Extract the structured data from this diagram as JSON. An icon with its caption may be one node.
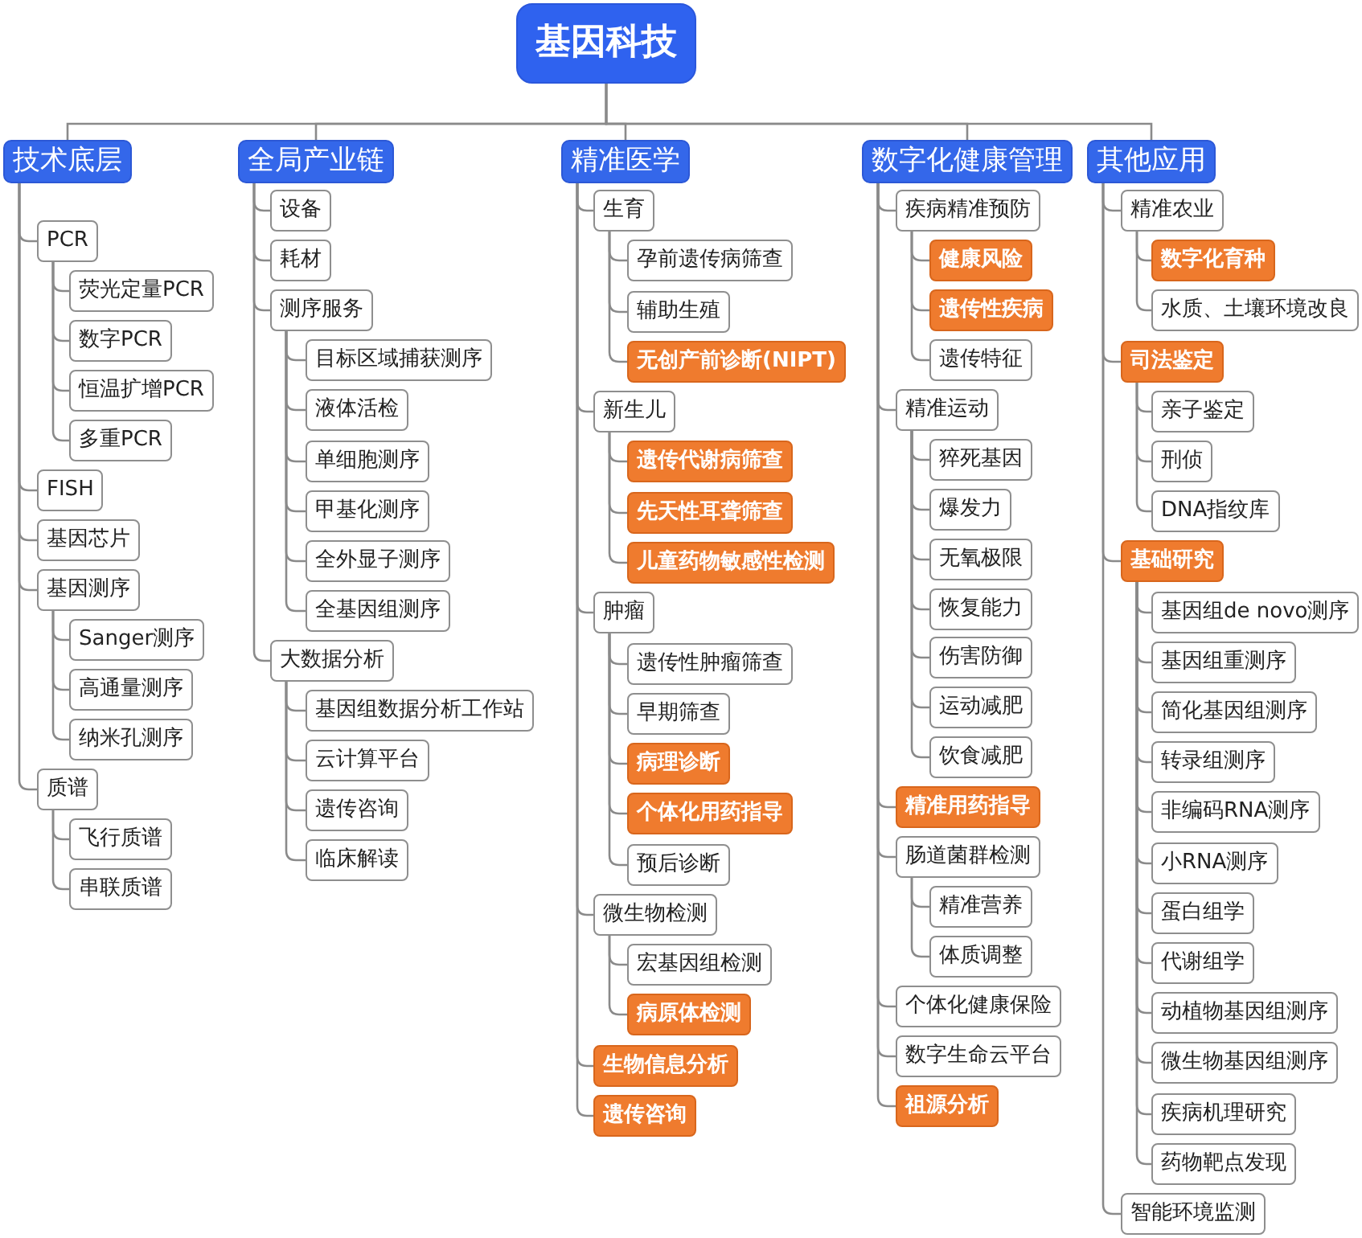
{
  "diagram": {
    "nodes": [
      {
        "text": [
          "基因科技"
        ]
      },
      {
        "text": [
          "技术底层"
        ]
      },
      {
        "text": [
          "PCR"
        ]
      },
      {
        "text": [
          "荧光定量PCR"
        ]
      },
      {
        "text": [
          "数字PCR"
        ]
      },
      {
        "text": [
          "恒温扩增PCR"
        ]
      },
      {
        "text": [
          "多重PCR"
        ]
      },
      {
        "text": [
          "FISH"
        ]
      },
      {
        "text": [
          "基因芯片"
        ]
      },
      {
        "text": [
          "基因测序"
        ]
      },
      {
        "text": [
          "Sanger测序"
        ]
      },
      {
        "text": [
          "高通量测序"
        ]
      },
      {
        "text": [
          "纳米孔测序"
        ]
      },
      {
        "text": [
          "质谱"
        ]
      },
      {
        "text": [
          "飞行质谱"
        ]
      },
      {
        "text": [
          "串联质谱"
        ]
      },
      {
        "text": [
          "全局产业链"
        ]
      },
      {
        "text": [
          "设备"
        ]
      },
      {
        "text": [
          "耗材"
        ]
      },
      {
        "text": [
          "测序服务"
        ]
      },
      {
        "text": [
          "目标区域捕获测序"
        ]
      },
      {
        "text": [
          "液体活检"
        ]
      },
      {
        "text": [
          "单细胞测序"
        ]
      },
      {
        "text": [
          "甲基化测序"
        ]
      },
      {
        "text": [
          "全外显子测序"
        ]
      },
      {
        "text": [
          "全基因组测序"
        ]
      },
      {
        "text": [
          "大数据分析"
        ]
      },
      {
        "text": [
          "基因组数据分析工作站"
        ]
      },
      {
        "text": [
          "云计算平台"
        ]
      },
      {
        "text": [
          "遗传咨询"
        ]
      },
      {
        "text": [
          "临床解读"
        ]
      },
      {
        "text": [
          "精准医学"
        ]
      },
      {
        "text": [
          "生育"
        ]
      },
      {
        "text": [
          "孕前遗传病筛查"
        ]
      },
      {
        "text": [
          "辅助生殖"
        ]
      },
      {
        "text": [
          "无创产前诊断(NIPT)"
        ]
      },
      {
        "text": [
          "新生儿"
        ]
      },
      {
        "text": [
          "遗传代谢病筛查"
        ]
      },
      {
        "text": [
          "先天性耳聋筛查"
        ]
      },
      {
        "text": [
          "儿童药物敏感性检测"
        ]
      },
      {
        "text": [
          "肿瘤"
        ]
      },
      {
        "text": [
          "遗传性肿瘤筛查"
        ]
      },
      {
        "text": [
          "早期筛查"
        ]
      },
      {
        "text": [
          "病理诊断"
        ]
      },
      {
        "text": [
          "个体化用药指导"
        ]
      },
      {
        "text": [
          "预后诊断"
        ]
      },
      {
        "text": [
          "微生物检测"
        ]
      },
      {
        "text": [
          "宏基因组检测"
        ]
      },
      {
        "text": [
          "病原体检测"
        ]
      },
      {
        "text": [
          "生物信息分析"
        ]
      },
      {
        "text": [
          "遗传咨询"
        ]
      },
      {
        "text": [
          "数字化健康管理"
        ]
      },
      {
        "text": [
          "疾病精准预防"
        ]
      },
      {
        "text": [
          "健康风险"
        ]
      },
      {
        "text": [
          "遗传性疾病"
        ]
      },
      {
        "text": [
          "遗传特征"
        ]
      },
      {
        "text": [
          "精准运动"
        ]
      },
      {
        "text": [
          "猝死基因"
        ]
      },
      {
        "text": [
          "爆发力"
        ]
      },
      {
        "text": [
          "无氧极限"
        ]
      },
      {
        "text": [
          "恢复能力"
        ]
      },
      {
        "text": [
          "伤害防御"
        ]
      },
      {
        "text": [
          "运动减肥"
        ]
      },
      {
        "text": [
          "饮食减肥"
        ]
      },
      {
        "text": [
          "精准用药指导"
        ]
      },
      {
        "text": [
          "肠道菌群检测"
        ]
      },
      {
        "text": [
          "精准营养"
        ]
      },
      {
        "text": [
          "体质调整"
        ]
      },
      {
        "text": [
          "个体化健康保险"
        ]
      },
      {
        "text": [
          "数字生命云平台"
        ]
      },
      {
        "text": [
          "祖源分析"
        ]
      },
      {
        "text": [
          "其他应用"
        ]
      },
      {
        "text": [
          "精准农业"
        ]
      },
      {
        "text": [
          "数字化育种"
        ]
      },
      {
        "text": [
          "水质、土壤环境改良"
        ]
      },
      {
        "text": [
          "司法鉴定"
        ]
      },
      {
        "text": [
          "亲子鉴定"
        ]
      },
      {
        "text": [
          "刑侦"
        ]
      },
      {
        "text": [
          "DNA指纹库"
        ]
      },
      {
        "text": [
          "基础研究"
        ]
      },
      {
        "text": [
          "基因组de novo测序"
        ]
      },
      {
        "text": [
          "基因组重测序"
        ]
      },
      {
        "text": [
          "简化基因组测序"
        ]
      },
      {
        "text": [
          "转录组测序"
        ]
      },
      {
        "text": [
          "非编码RNA测序"
        ]
      },
      {
        "text": [
          "小RNA测序"
        ]
      },
      {
        "text": [
          "蛋白组学"
        ]
      },
      {
        "text": [
          "代谢组学"
        ]
      },
      {
        "text": [
          "动植物基因组测序"
        ]
      },
      {
        "text": [
          "微生物基因组测序"
        ]
      },
      {
        "text": [
          "疾病机理研究"
        ]
      },
      {
        "text": [
          "药物靶点发现"
        ]
      },
      {
        "text": [
          "智能环境监测"
        ]
      }
    ],
    "edges": [
      {
        "from": 0,
        "to": 1,
        "arrow": "none"
      },
      {
        "from": 0,
        "to": 16,
        "arrow": "none"
      },
      {
        "from": 0,
        "to": 31,
        "arrow": "none"
      },
      {
        "from": 0,
        "to": 51,
        "arrow": "none"
      },
      {
        "from": 0,
        "to": 71,
        "arrow": "none"
      },
      {
        "from": 1,
        "to": 2,
        "arrow": "none"
      },
      {
        "from": 2,
        "to": 3,
        "arrow": "none"
      },
      {
        "from": 2,
        "to": 4,
        "arrow": "none"
      },
      {
        "from": 2,
        "to": 5,
        "arrow": "none"
      },
      {
        "from": 2,
        "to": 6,
        "arrow": "none"
      },
      {
        "from": 1,
        "to": 7,
        "arrow": "none"
      },
      {
        "from": 1,
        "to": 8,
        "arrow": "none"
      },
      {
        "from": 1,
        "to": 9,
        "arrow": "none"
      },
      {
        "from": 9,
        "to": 10,
        "arrow": "none"
      },
      {
        "from": 9,
        "to": 11,
        "arrow": "none"
      },
      {
        "from": 9,
        "to": 12,
        "arrow": "none"
      },
      {
        "from": 1,
        "to": 13,
        "arrow": "none"
      },
      {
        "from": 13,
        "to": 14,
        "arrow": "none"
      },
      {
        "from": 13,
        "to": 15,
        "arrow": "none"
      },
      {
        "from": 16,
        "to": 17,
        "arrow": "none"
      },
      {
        "from": 16,
        "to": 18,
        "arrow": "none"
      },
      {
        "from": 16,
        "to": 19,
        "arrow": "none"
      },
      {
        "from": 19,
        "to": 20,
        "arrow": "none"
      },
      {
        "from": 19,
        "to": 21,
        "arrow": "none"
      },
      {
        "from": 19,
        "to": 22,
        "arrow": "none"
      },
      {
        "from": 19,
        "to": 23,
        "arrow": "none"
      },
      {
        "from": 19,
        "to": 24,
        "arrow": "none"
      },
      {
        "from": 19,
        "to": 25,
        "arrow": "none"
      },
      {
        "from": 16,
        "to": 26,
        "arrow": "none"
      },
      {
        "from": 26,
        "to": 27,
        "arrow": "none"
      },
      {
        "from": 26,
        "to": 28,
        "arrow": "none"
      },
      {
        "from": 26,
        "to": 29,
        "arrow": "none"
      },
      {
        "from": 26,
        "to": 30,
        "arrow": "none"
      },
      {
        "from": 31,
        "to": 32,
        "arrow": "none"
      },
      {
        "from": 32,
        "to": 33,
        "arrow": "none"
      },
      {
        "from": 32,
        "to": 34,
        "arrow": "none"
      },
      {
        "from": 32,
        "to": 35,
        "arrow": "none"
      },
      {
        "from": 31,
        "to": 36,
        "arrow": "none"
      },
      {
        "from": 36,
        "to": 37,
        "arrow": "none"
      },
      {
        "from": 36,
        "to": 38,
        "arrow": "none"
      },
      {
        "from": 36,
        "to": 39,
        "arrow": "none"
      },
      {
        "from": 31,
        "to": 40,
        "arrow": "none"
      },
      {
        "from": 40,
        "to": 41,
        "arrow": "none"
      },
      {
        "from": 40,
        "to": 42,
        "arrow": "none"
      },
      {
        "from": 40,
        "to": 43,
        "arrow": "none"
      },
      {
        "from": 40,
        "to": 44,
        "arrow": "none"
      },
      {
        "from": 40,
        "to": 45,
        "arrow": "none"
      },
      {
        "from": 31,
        "to": 46,
        "arrow": "none"
      },
      {
        "from": 46,
        "to": 47,
        "arrow": "none"
      },
      {
        "from": 46,
        "to": 48,
        "arrow": "none"
      },
      {
        "from": 31,
        "to": 49,
        "arrow": "none"
      },
      {
        "from": 31,
        "to": 50,
        "arrow": "none"
      },
      {
        "from": 51,
        "to": 52,
        "arrow": "none"
      },
      {
        "from": 52,
        "to": 53,
        "arrow": "none"
      },
      {
        "from": 52,
        "to": 54,
        "arrow": "none"
      },
      {
        "from": 52,
        "to": 55,
        "arrow": "none"
      },
      {
        "from": 51,
        "to": 56,
        "arrow": "none"
      },
      {
        "from": 56,
        "to": 57,
        "arrow": "none"
      },
      {
        "from": 56,
        "to": 58,
        "arrow": "none"
      },
      {
        "from": 56,
        "to": 59,
        "arrow": "none"
      },
      {
        "from": 56,
        "to": 60,
        "arrow": "none"
      },
      {
        "from": 56,
        "to": 61,
        "arrow": "none"
      },
      {
        "from": 56,
        "to": 62,
        "arrow": "none"
      },
      {
        "from": 56,
        "to": 63,
        "arrow": "none"
      },
      {
        "from": 51,
        "to": 64,
        "arrow": "none"
      },
      {
        "from": 51,
        "to": 65,
        "arrow": "none"
      },
      {
        "from": 65,
        "to": 66,
        "arrow": "none"
      },
      {
        "from": 65,
        "to": 67,
        "arrow": "none"
      },
      {
        "from": 51,
        "to": 68,
        "arrow": "none"
      },
      {
        "from": 51,
        "to": 69,
        "arrow": "none"
      },
      {
        "from": 51,
        "to": 70,
        "arrow": "none"
      },
      {
        "from": 71,
        "to": 72,
        "arrow": "none"
      },
      {
        "from": 72,
        "to": 73,
        "arrow": "none"
      },
      {
        "from": 72,
        "to": 74,
        "arrow": "none"
      },
      {
        "from": 71,
        "to": 75,
        "arrow": "none"
      },
      {
        "from": 75,
        "to": 76,
        "arrow": "none"
      },
      {
        "from": 75,
        "to": 77,
        "arrow": "none"
      },
      {
        "from": 75,
        "to": 78,
        "arrow": "none"
      },
      {
        "from": 71,
        "to": 79,
        "arrow": "none"
      },
      {
        "from": 79,
        "to": 80,
        "arrow": "none"
      },
      {
        "from": 79,
        "to": 81,
        "arrow": "none"
      },
      {
        "from": 79,
        "to": 82,
        "arrow": "none"
      },
      {
        "from": 79,
        "to": 83,
        "arrow": "none"
      },
      {
        "from": 79,
        "to": 84,
        "arrow": "none"
      },
      {
        "from": 79,
        "to": 85,
        "arrow": "none"
      },
      {
        "from": 79,
        "to": 86,
        "arrow": "none"
      },
      {
        "from": 79,
        "to": 87,
        "arrow": "none"
      },
      {
        "from": 79,
        "to": 88,
        "arrow": "none"
      },
      {
        "from": 79,
        "to": 89,
        "arrow": "none"
      },
      {
        "from": 79,
        "to": 90,
        "arrow": "none"
      },
      {
        "from": 79,
        "to": 91,
        "arrow": "none"
      },
      {
        "from": 71,
        "to": 92,
        "arrow": "none"
      }
    ]
  }
}
